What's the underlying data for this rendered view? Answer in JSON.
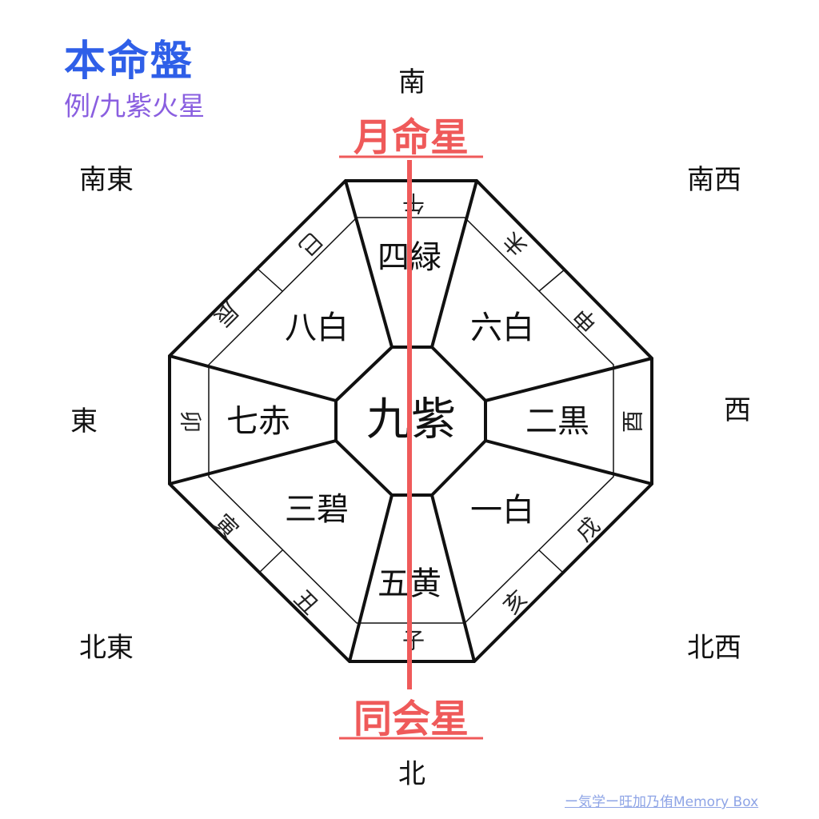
{
  "header": {
    "title": "本命盤",
    "subtitle": "例/九紫火星"
  },
  "directions": {
    "south": "南",
    "southeast": "南東",
    "southwest": "南西",
    "east": "東",
    "west": "西",
    "northeast": "北東",
    "northwest": "北西",
    "north": "北"
  },
  "stars": {
    "center": "九紫",
    "south": "四緑",
    "southwest": "六白",
    "west": "二黒",
    "northwest": "一白",
    "north": "五黄",
    "northeast": "三碧",
    "east": "七赤",
    "southeast": "八白"
  },
  "zodiac": {
    "uma": "午",
    "hitsuji": "未",
    "saru": "申",
    "tori": "酉",
    "inu": "戌",
    "i": "亥",
    "ne": "子",
    "ushi": "丑",
    "tora": "寅",
    "u": "卯",
    "tatsu": "辰",
    "mi": "巳"
  },
  "markers": {
    "top": "月命星",
    "bottom": "同会星"
  },
  "credit": "ー気学ー旺加乃侑Memory Box",
  "colors": {
    "title": "#2f5fe8",
    "subtitle": "#8a5fe0",
    "marker": "#ef5a5a",
    "credit": "#8ea4e6"
  }
}
